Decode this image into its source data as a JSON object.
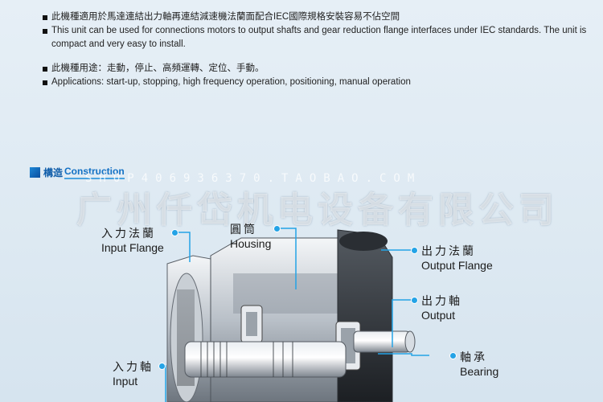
{
  "bullets_top": [
    "此機種適用於馬達連結出力軸再連結減速機法蘭面配合IEC國際規格安裝容易不佔空間",
    "This unit can be used for connections motors to output shafts and gear reduction flange interfaces under IEC standards.  The unit is compact and very easy to install."
  ],
  "bullets_bottom": [
    "此機種用途：走動，停止、高頻運轉、定位、手動。",
    "Applications:  start-up, stopping, high frequency operation, positioning, manual operation"
  ],
  "section": {
    "cn": "構造",
    "en": "Construction"
  },
  "watermark": {
    "small": "SHOP406936370.TAOBAO.COM",
    "big": "广州仟岱机电设备有限公司"
  },
  "labels": {
    "input_flange": {
      "cn": "入力法蘭",
      "en": "Input Flange"
    },
    "housing": {
      "cn": "圓筒",
      "en": "Housing"
    },
    "output_flange": {
      "cn": "出力法蘭",
      "en": "Output Flange"
    },
    "output": {
      "cn": "出力軸",
      "en": "Output"
    },
    "bearing": {
      "cn": "軸承",
      "en": "Bearing"
    },
    "input": {
      "cn": "入力軸",
      "en": "Input"
    }
  },
  "colors": {
    "leader": "#24a3e6",
    "heading": "#0b5aa8"
  }
}
